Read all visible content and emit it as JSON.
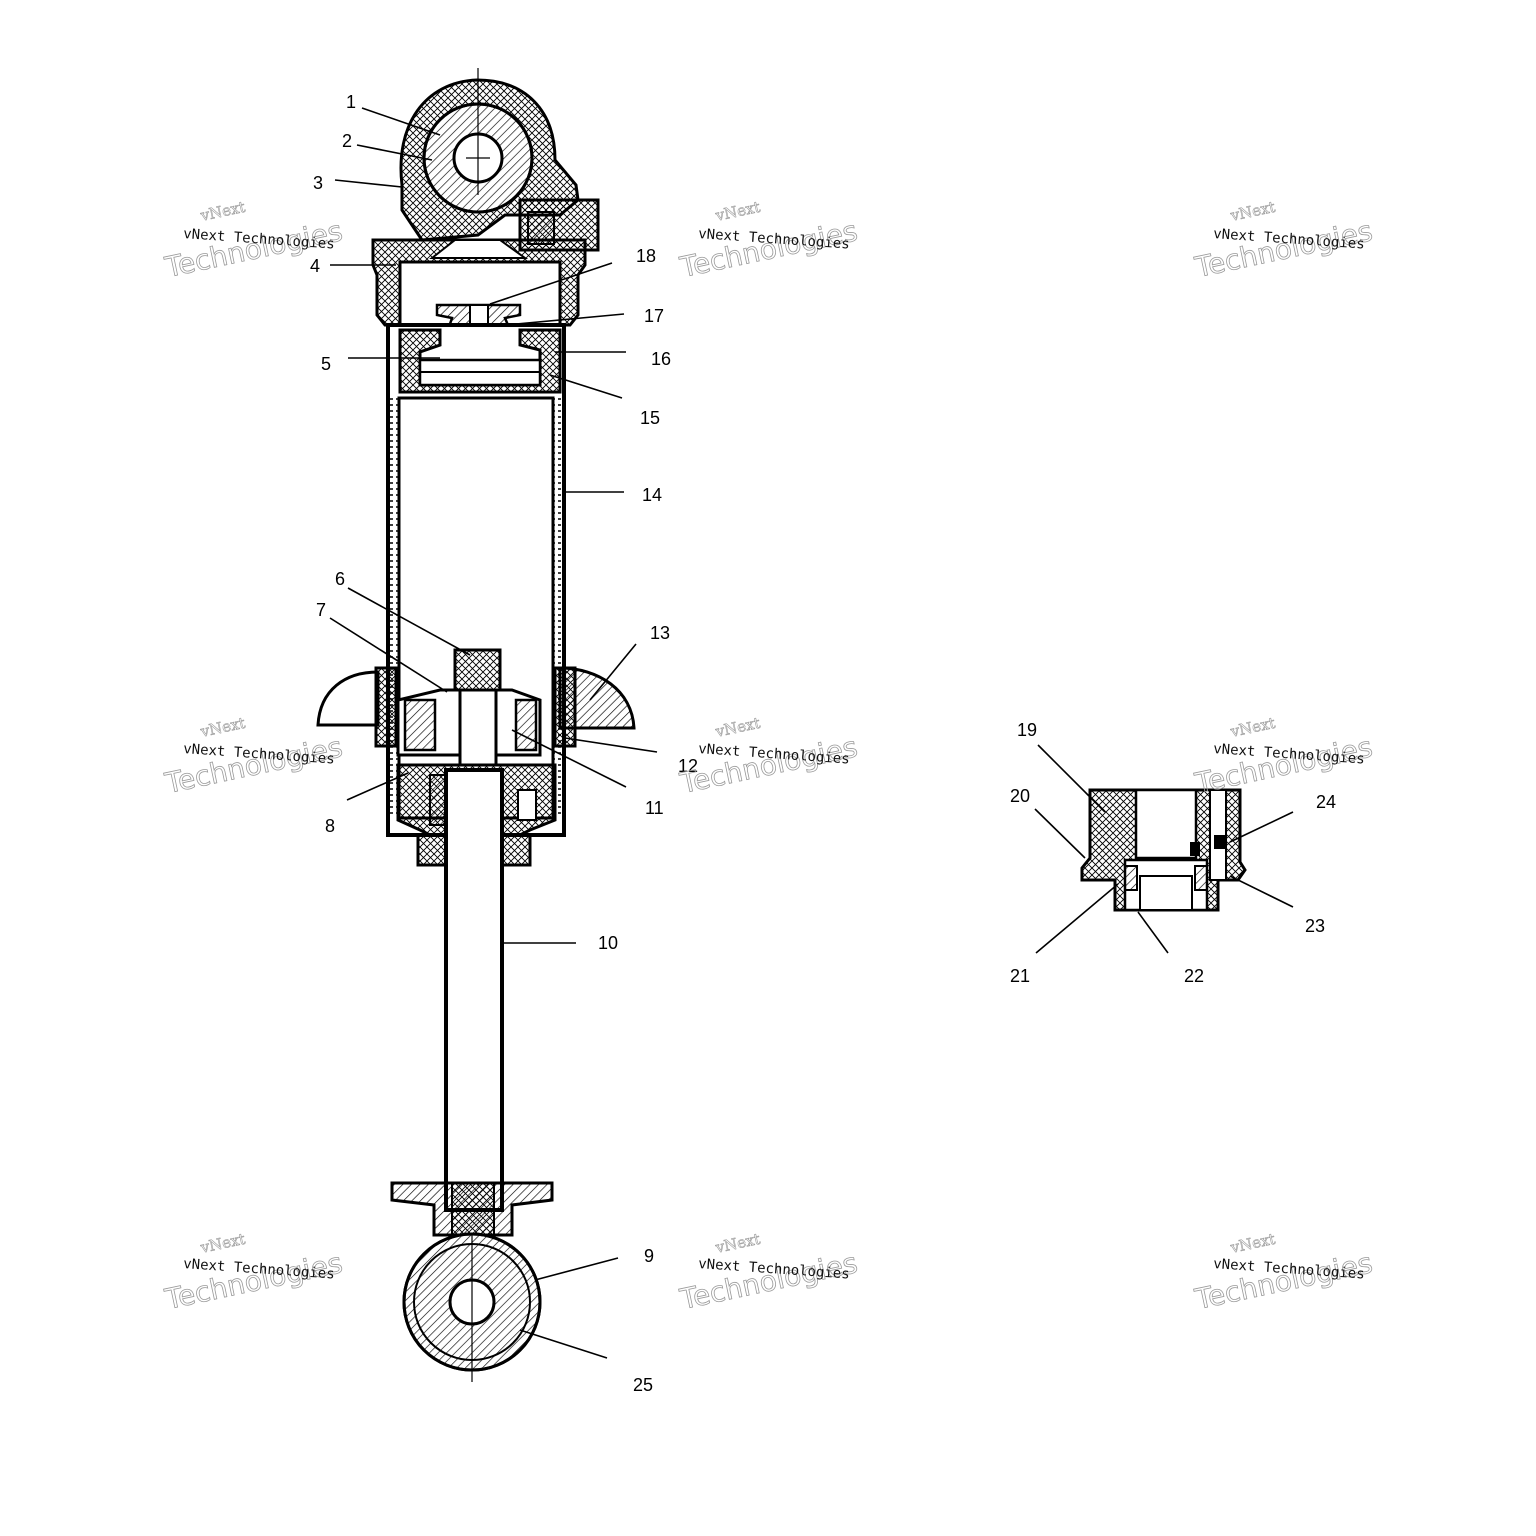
{
  "diagram": {
    "watermark": {
      "line1": "vNext",
      "line2": "vNext Technologies",
      "line3": "Technologies"
    },
    "callouts": {
      "c1": "1",
      "c2": "2",
      "c3": "3",
      "c4": "4",
      "c5": "5",
      "c6": "6",
      "c7": "7",
      "c8": "8",
      "c9": "9",
      "c10": "10",
      "c11": "11",
      "c12": "12",
      "c13": "13",
      "c14": "14",
      "c15": "15",
      "c16": "16",
      "c17": "17",
      "c18": "18",
      "c19": "19",
      "c20": "20",
      "c21": "21",
      "c22": "22",
      "c23": "23",
      "c24": "24",
      "c25": "25"
    }
  }
}
